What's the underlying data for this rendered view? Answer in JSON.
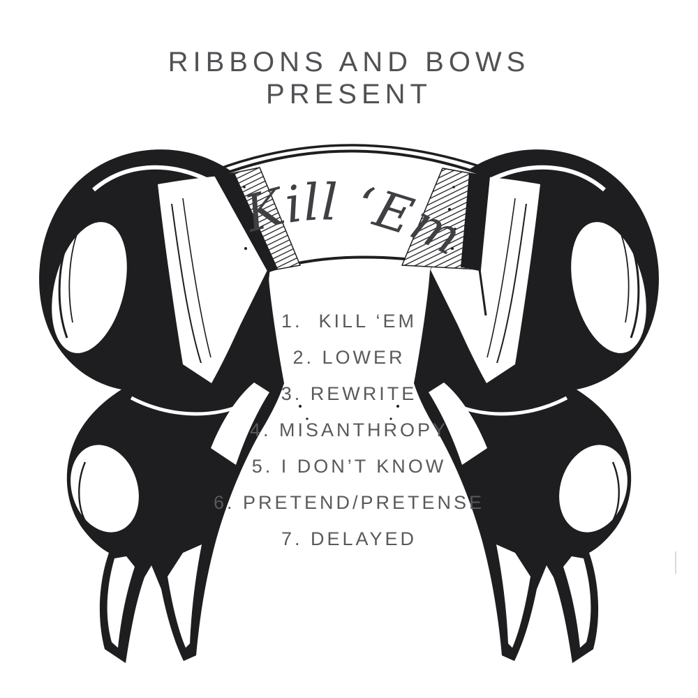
{
  "poster": {
    "background_color": "#ffffff",
    "ink_color": "#1e1e20",
    "heading": {
      "line1": "RIBBONS AND BOWS",
      "line2": "PRESENT",
      "color": "#515155"
    },
    "banner": {
      "title": "Kill ‘Em",
      "illustration": "engraved-ribbon-scroll",
      "text_color": "#3f3f44"
    },
    "tracklist": {
      "color": "#59595b",
      "items": [
        "1.  KILL ‘EM",
        "2. LOWER",
        "3. REWRITE",
        "4. MISANTHROPY",
        "5. I DON’T KNOW",
        "6. PRETEND/PRETENSE",
        "7. DELAYED"
      ]
    }
  }
}
